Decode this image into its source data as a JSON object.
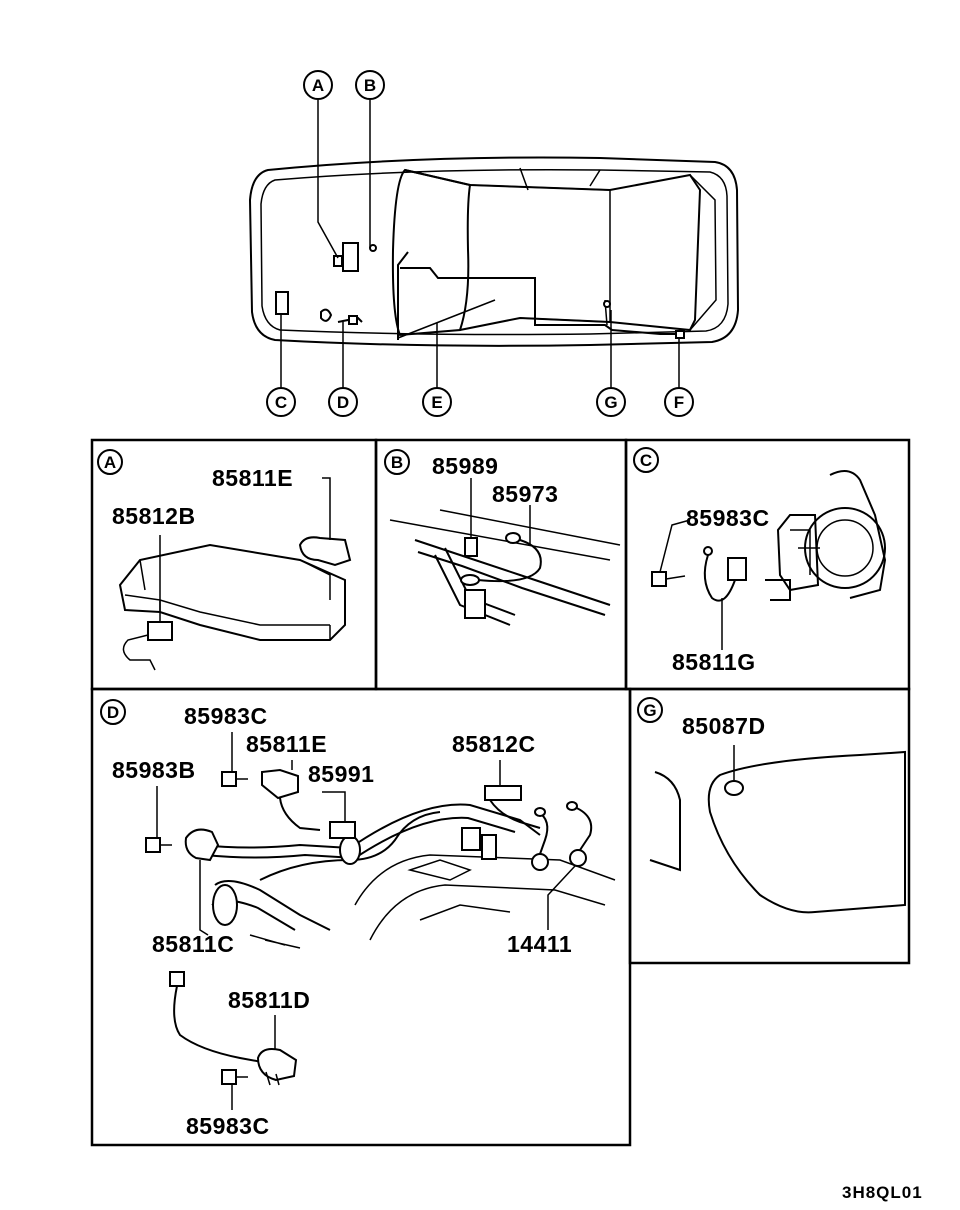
{
  "overview": {
    "callouts": [
      "A",
      "B",
      "C",
      "D",
      "E",
      "G",
      "F"
    ]
  },
  "panels": {
    "A": {
      "letter": "A",
      "parts": [
        "85811E",
        "85812B"
      ]
    },
    "B": {
      "letter": "B",
      "parts": [
        "85989",
        "85973"
      ]
    },
    "C": {
      "letter": "C",
      "parts": [
        "85983C",
        "85811G"
      ]
    },
    "D": {
      "letter": "D",
      "parts": [
        "85983C",
        "85811E",
        "85812C",
        "85983B",
        "85991",
        "85811C",
        "14411",
        "85811D",
        "85983C"
      ]
    },
    "G": {
      "letter": "G",
      "parts": [
        "85087D"
      ]
    }
  },
  "figure_code": "3H8QL01"
}
